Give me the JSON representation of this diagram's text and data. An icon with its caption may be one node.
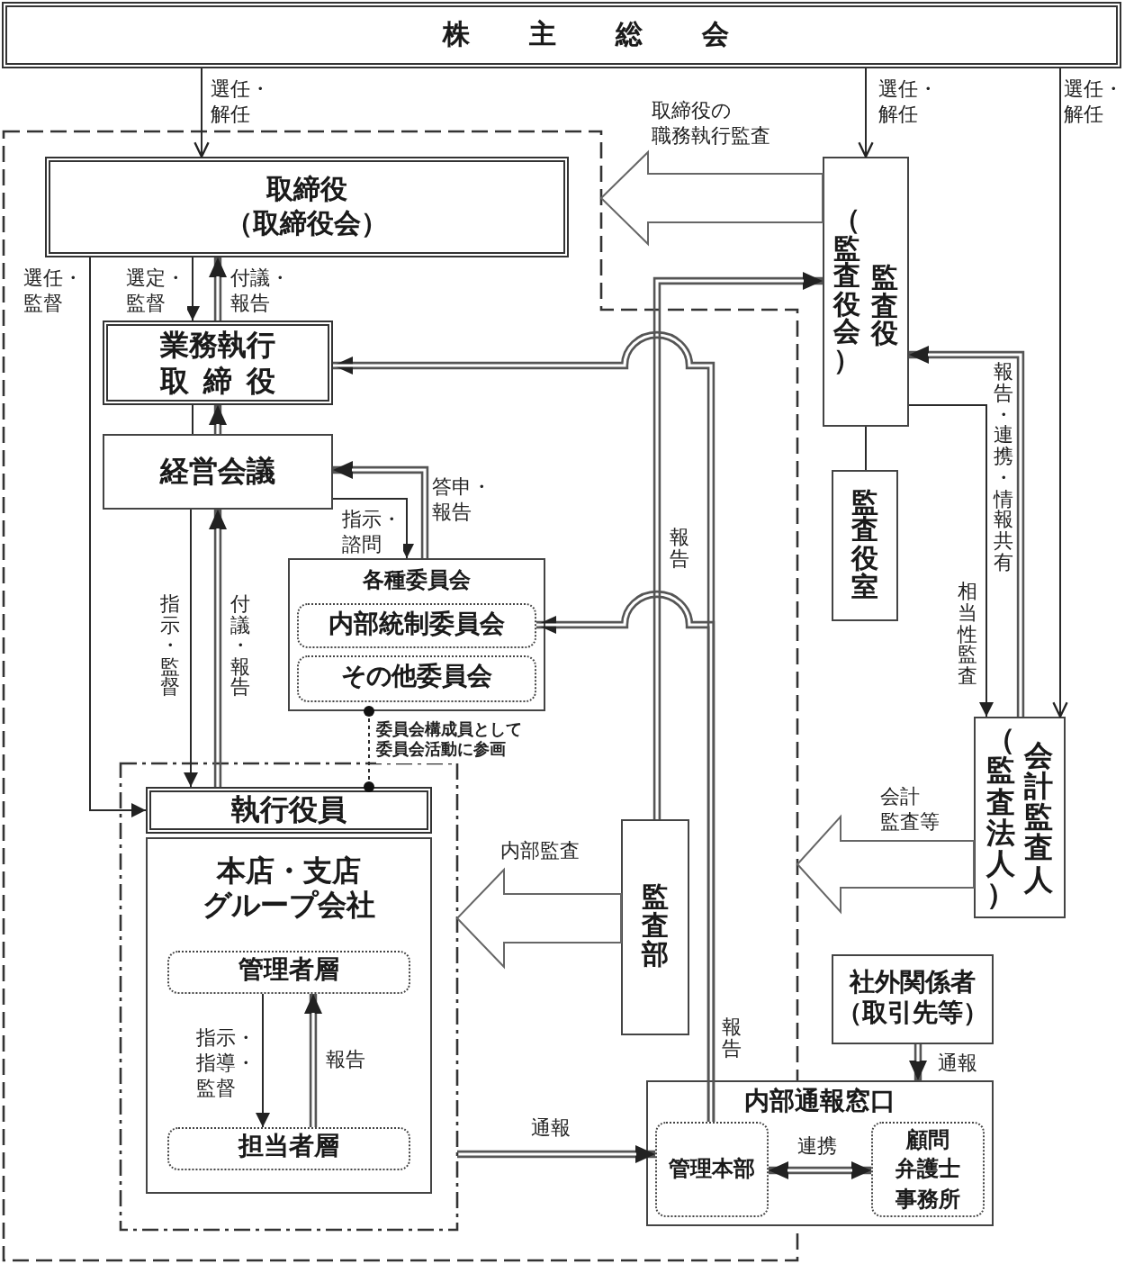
{
  "diagram": {
    "nodes": [
      {
        "text": [
          "株主総会"
        ]
      },
      {
        "text": [],
        "shape": "box"
      },
      {
        "text": [
          "取締役（取締役会）"
        ],
        "in": 1
      },
      {
        "text": [
          "監査役（監査役会）"
        ]
      },
      {
        "text": [
          "業務執行取締役"
        ],
        "in": 1
      },
      {
        "text": [
          "経営会議"
        ],
        "in": 1
      },
      {
        "text": [
          "各種委員会"
        ],
        "in": 1
      },
      {
        "text": [
          "内部統制委員会"
        ],
        "in": 6
      },
      {
        "text": [
          "その他委員会"
        ],
        "in": 6
      },
      {
        "text": [
          "監査役室"
        ]
      },
      {
        "text": [
          "会計監査人（監査法人）"
        ]
      },
      {
        "text": [],
        "shape": "box",
        "in": 1
      },
      {
        "text": [
          "執行役員"
        ],
        "in": 11
      },
      {
        "text": [
          "本店・支店グループ会社"
        ],
        "in": 11
      },
      {
        "text": [
          "管理者層"
        ],
        "in": 13
      },
      {
        "text": [
          "担当者層"
        ],
        "in": 13
      },
      {
        "text": [
          "監査部"
        ],
        "in": 1
      },
      {
        "text": [
          "社外関係者（取引先等）"
        ]
      },
      {
        "text": [
          "内部通報窓口"
        ]
      },
      {
        "text": [
          "管理本部"
        ]
      },
      {
        "text": [
          "顧問弁護士事務所"
        ],
        "in": 18
      }
    ],
    "edges": [
      {
        "from": 0,
        "to": 2,
        "arrow": "to",
        "label": "選任・解任"
      },
      {
        "from": 0,
        "to": 3,
        "arrow": "to",
        "label": "選任・解任"
      },
      {
        "from": 0,
        "to": 10,
        "arrow": "to",
        "label": "選任・解任"
      },
      {
        "from": 3,
        "to": 1,
        "arrow": "to",
        "label": "取締役の職務執行監査",
        "style": "thick"
      },
      {
        "from": 2,
        "to": 12,
        "arrow": "to",
        "label": "選任・監督"
      },
      {
        "from": 2,
        "to": 4,
        "arrow": "to",
        "label": "選定・監督"
      },
      {
        "from": 4,
        "to": 2,
        "arrow": "to",
        "label": "付議・報告",
        "style": "thick"
      },
      {
        "from": 5,
        "to": 4,
        "arrow": "to",
        "style": "thick"
      },
      {
        "from": 4,
        "to": 5,
        "arrow": "none"
      },
      {
        "from": 5,
        "to": 12,
        "arrow": "to",
        "label": "指示・監督"
      },
      {
        "from": 12,
        "to": 5,
        "arrow": "to",
        "label": "付議・報告",
        "style": "thick"
      },
      {
        "from": 5,
        "to": 6,
        "arrow": "to",
        "label": "指示・諮問"
      },
      {
        "from": 6,
        "to": 5,
        "arrow": "to",
        "label": "答申・報告",
        "style": "thick"
      },
      {
        "from": 16,
        "to": 3,
        "arrow": "to",
        "label": "報告",
        "style": "thick"
      },
      {
        "from": 19,
        "to": 4,
        "arrow": "to",
        "label": "報告",
        "style": "thick"
      },
      {
        "from": 19,
        "to": 7,
        "arrow": "to",
        "style": "thick"
      },
      {
        "from": 3,
        "to": 9,
        "arrow": "none"
      },
      {
        "from": 10,
        "to": 3,
        "arrow": "to",
        "label": "報告・連携・情報共有",
        "style": "thick"
      },
      {
        "from": 3,
        "to": 10,
        "arrow": "to",
        "label": "相当性監査"
      },
      {
        "from": 16,
        "to": 11,
        "arrow": "to",
        "label": "内部監査",
        "style": "thick"
      },
      {
        "from": 10,
        "to": 1,
        "arrow": "to",
        "label": "会計監査等",
        "style": "thick"
      },
      {
        "from": 17,
        "to": 18,
        "arrow": "to",
        "label": "通報",
        "style": "thick"
      },
      {
        "from": 11,
        "to": 19,
        "arrow": "to",
        "label": "通報",
        "style": "thick"
      },
      {
        "from": 19,
        "to": 20,
        "arrow": "both",
        "label": "連携",
        "style": "thick"
      },
      {
        "from": 14,
        "to": 15,
        "arrow": "to",
        "label": "指示・指導・監督"
      },
      {
        "from": 15,
        "to": 14,
        "arrow": "to",
        "label": "報告",
        "style": "thick"
      },
      {
        "from": 6,
        "to": 12,
        "arrow": "other",
        "label": "委員会構成員として委員会活動に参画",
        "style": "dashed"
      }
    ]
  }
}
